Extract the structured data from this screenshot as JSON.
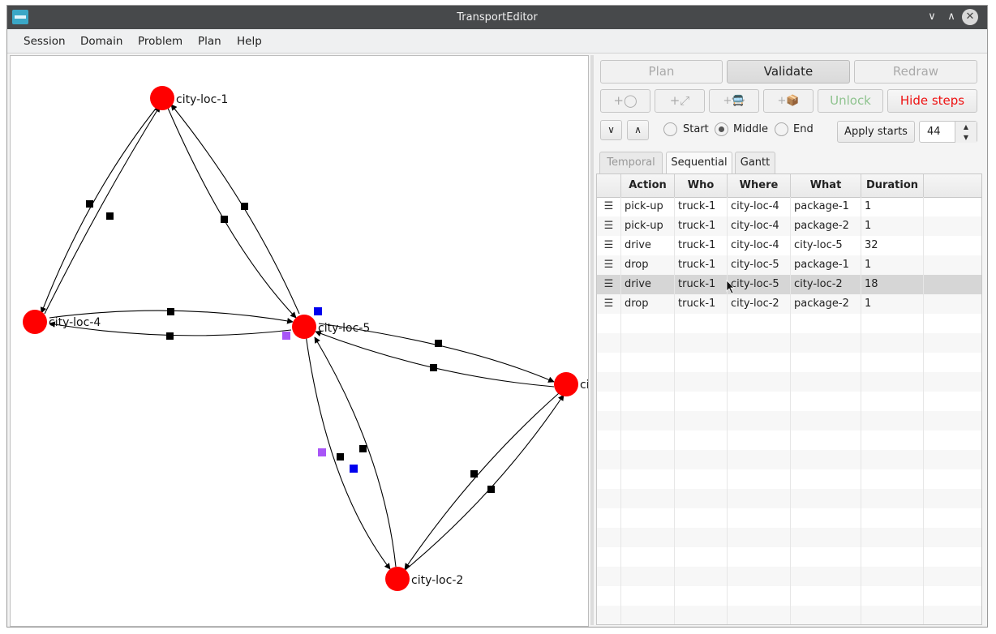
{
  "window": {
    "title": "TransportEditor"
  },
  "menu": [
    "Session",
    "Domain",
    "Problem",
    "Plan",
    "Help"
  ],
  "toolbar": {
    "plan": "Plan",
    "validate": "Validate",
    "redraw": "Redraw",
    "add_location": "+◯",
    "add_road": "+⤢",
    "add_vehicle": "+🚍",
    "add_package": "+📦",
    "unlock": "Unlock",
    "hide_steps": "Hide steps",
    "step_down": "∨",
    "step_up": "∧",
    "radio_start": "Start",
    "radio_middle": "Middle",
    "radio_end": "End",
    "apply_starts": "Apply starts",
    "starts_value": "44"
  },
  "tabs": [
    "Temporal",
    "Sequential",
    "Gantt"
  ],
  "table": {
    "columns": [
      "Action",
      "Who",
      "Where",
      "What",
      "Duration"
    ],
    "rows": [
      {
        "action": "pick-up",
        "who": "truck-1",
        "where": "city-loc-4",
        "what": "package-1",
        "duration": "1"
      },
      {
        "action": "pick-up",
        "who": "truck-1",
        "where": "city-loc-4",
        "what": "package-2",
        "duration": "1"
      },
      {
        "action": "drive",
        "who": "truck-1",
        "where": "city-loc-4",
        "what": "city-loc-5",
        "duration": "32"
      },
      {
        "action": "drop",
        "who": "truck-1",
        "where": "city-loc-5",
        "what": "package-1",
        "duration": "1"
      },
      {
        "action": "drive",
        "who": "truck-1",
        "where": "city-loc-5",
        "what": "city-loc-2",
        "duration": "18"
      },
      {
        "action": "drop",
        "who": "truck-1",
        "where": "city-loc-2",
        "what": "package-2",
        "duration": "1"
      }
    ],
    "drag_handle": "☰",
    "selected_row": 4
  },
  "graph": {
    "node_color": "#ff0000",
    "edge_color": "#000000",
    "vehicle_color": "#0000ee",
    "package_color": "#a855f7",
    "nodes": [
      {
        "id": "city-loc-1",
        "label": "city-loc-1"
      },
      {
        "id": "city-loc-4",
        "label": "city-loc-4"
      },
      {
        "id": "city-loc-5",
        "label": "city-loc-5"
      },
      {
        "id": "city-loc-3",
        "label": "cit"
      },
      {
        "id": "city-loc-2",
        "label": "city-loc-2"
      }
    ]
  }
}
